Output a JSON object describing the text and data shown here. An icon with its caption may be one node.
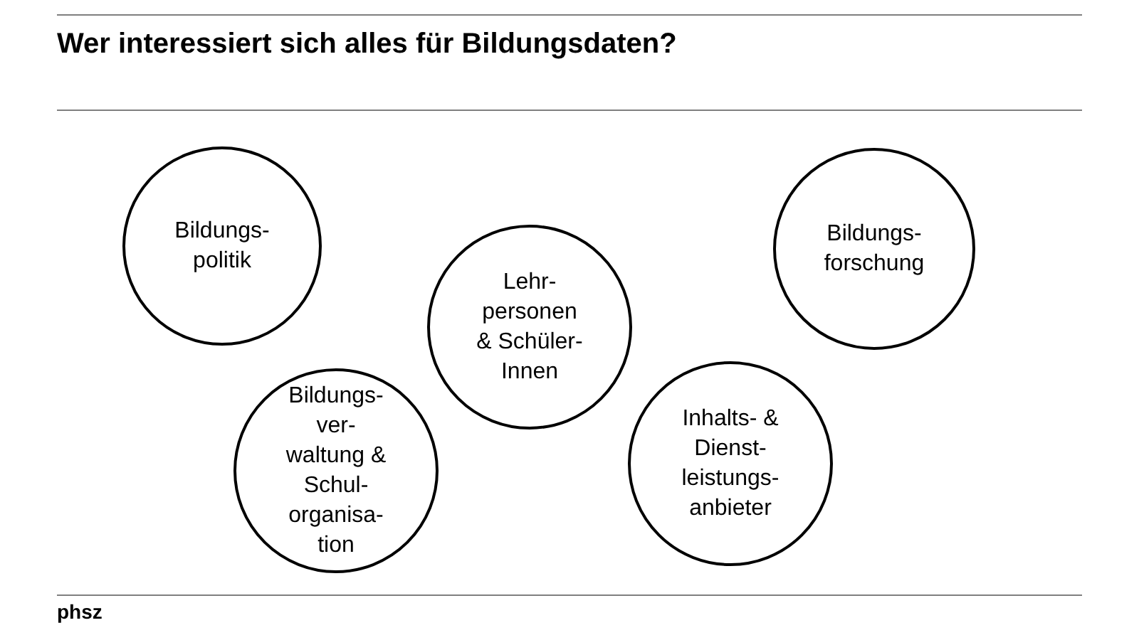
{
  "diagram": {
    "title": "Wer interessiert sich alles für Bildungsdaten?",
    "nodes": [
      {
        "text": [
          "Bildungs- politik"
        ]
      },
      {
        "text": [
          "Lehr- personen & Schüler- Innen"
        ]
      },
      {
        "text": [
          "Bildungs- forschung"
        ]
      },
      {
        "text": [
          "Bildungs- ver- waltung & Schul- organisa- tion"
        ]
      },
      {
        "text": [
          "Inhalts- & Dienst- leistungs- anbieter"
        ]
      }
    ],
    "labels": [
      "phsz"
    ]
  }
}
